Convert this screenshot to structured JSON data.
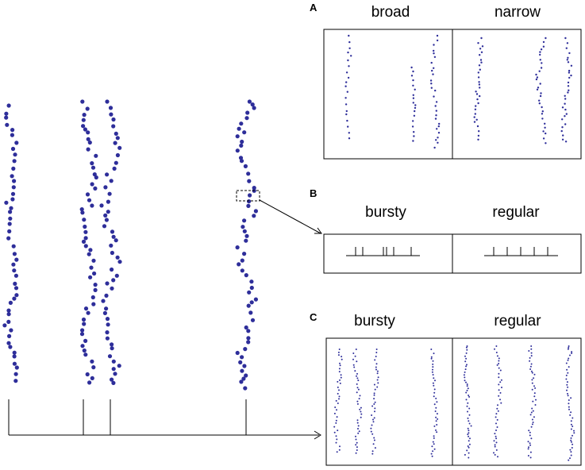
{
  "panels": [
    {
      "letter": "A",
      "left_label": "broad",
      "right_label": "narrow"
    },
    {
      "letter": "B",
      "left_label": "bursty",
      "right_label": "regular"
    },
    {
      "letter": "C",
      "left_label": "bursty",
      "right_label": "regular"
    }
  ],
  "colors": {
    "dot": "#2e2e9a",
    "line": "#000000"
  },
  "large_column_seeds": [
    11,
    23,
    37,
    53
  ],
  "icons": [
    "arrow-right",
    "dashed-selection-box"
  ]
}
